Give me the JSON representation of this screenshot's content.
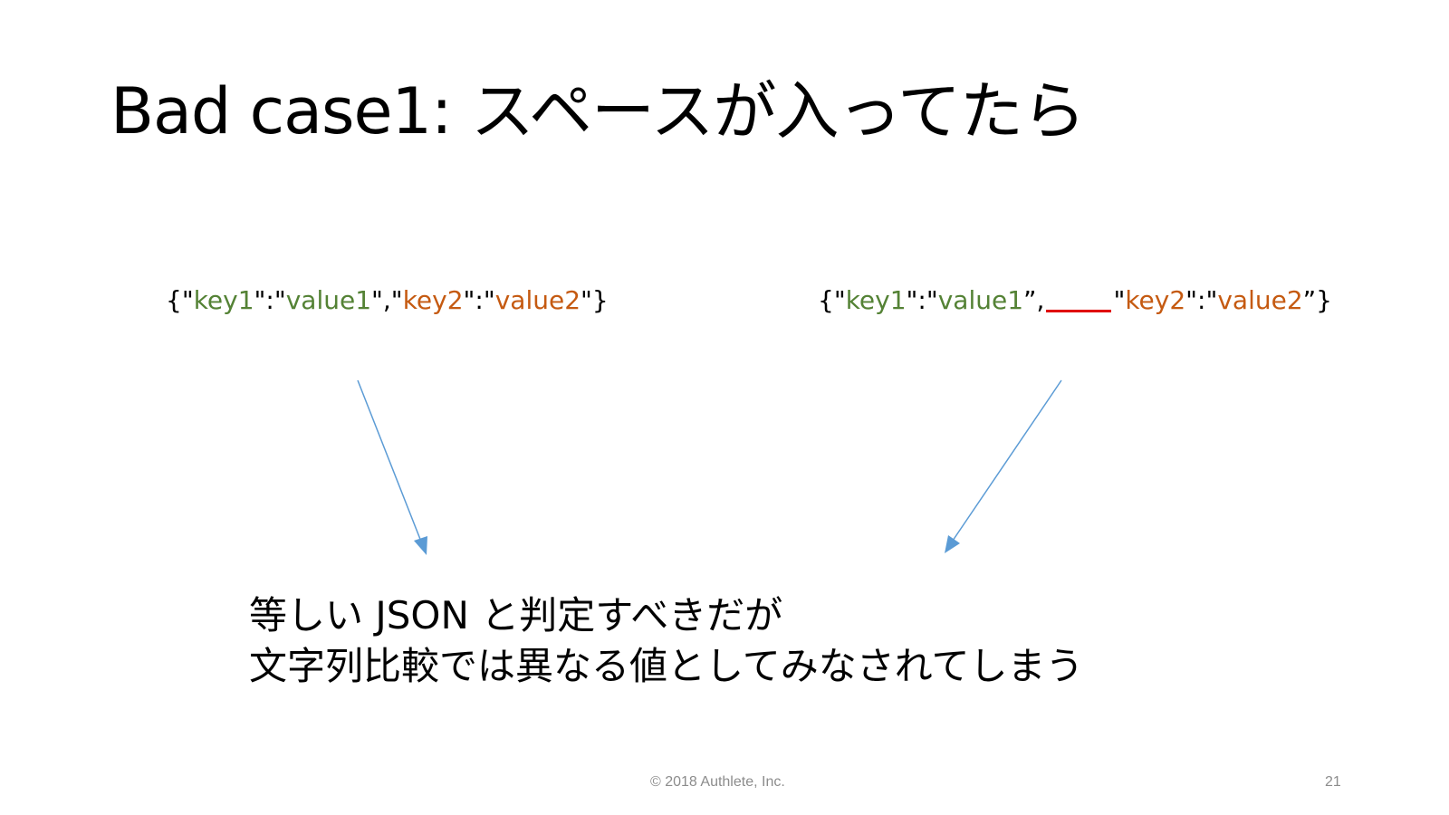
{
  "slide": {
    "title": "Bad case1: スペースが入ってたら",
    "left_json": {
      "open": "{\"",
      "key1": "key1",
      "sep1": "\":\"",
      "value1": "value1",
      "sep2": "\",\"",
      "key2": "key2",
      "sep3": "\":\"",
      "value2": "value2",
      "close": "\"}"
    },
    "right_json": {
      "open": "{\"",
      "key1": "key1",
      "sep1": "\":\"",
      "value1": "value1",
      "sep2": "”,",
      "sep2b": "\"",
      "key2": "key2",
      "sep3": "\":\"",
      "value2": "value2",
      "close": "”}"
    },
    "conclusion": {
      "line1": "等しい JSON と判定すべきだが",
      "line2": "文字列比較では異なる値としてみなされてしまう"
    },
    "footer": {
      "copyright": "© 2018 Authlete, Inc.",
      "page_number": "21"
    },
    "colors": {
      "key": "#548235",
      "value": "#c55a11",
      "space_marker": "#e00000",
      "arrow": "#5b9bd5"
    }
  }
}
